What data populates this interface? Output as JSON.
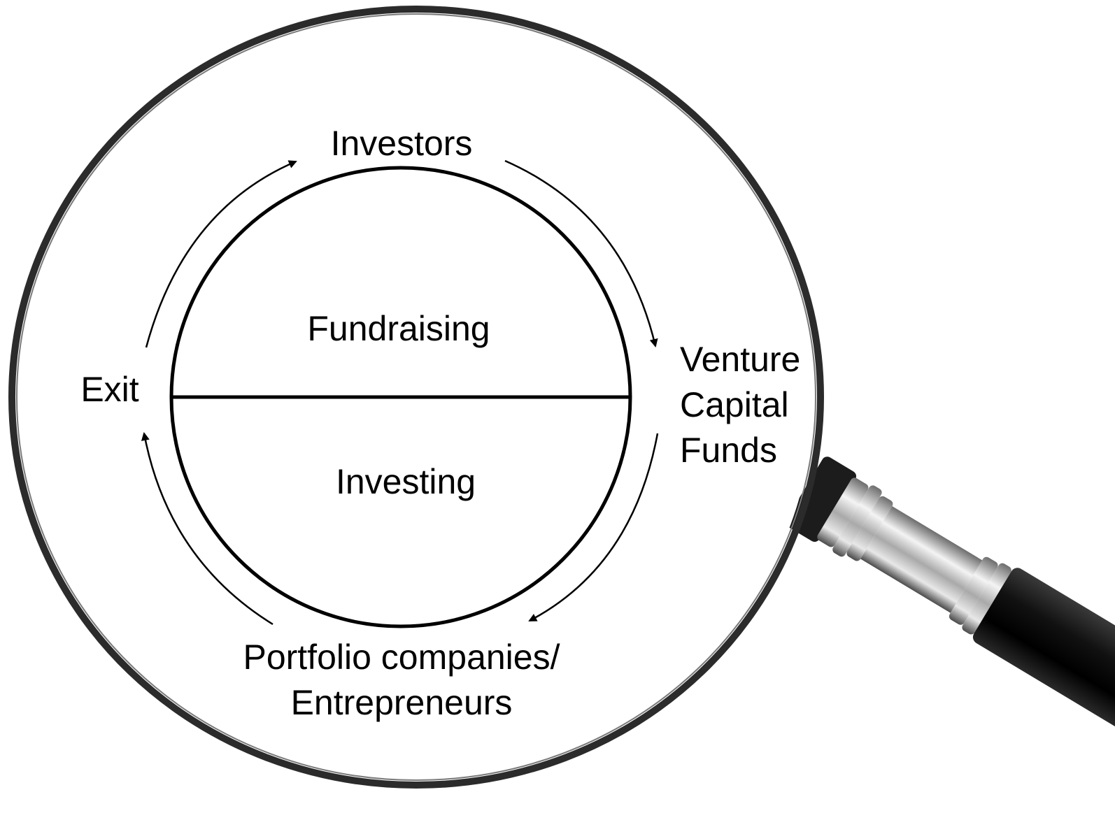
{
  "diagram": {
    "center": {
      "top_label": "Fundraising",
      "bottom_label": "Investing"
    },
    "nodes": {
      "investors": "Investors",
      "vc_funds": [
        "Venture",
        "Capital",
        "Funds"
      ],
      "portfolio": [
        "Portfolio companies/",
        "Entrepreneurs"
      ],
      "exit": "Exit"
    },
    "cycle": [
      {
        "from": "Investors",
        "to": "Venture Capital Funds"
      },
      {
        "from": "Venture Capital Funds",
        "to": "Portfolio companies/ Entrepreneurs"
      },
      {
        "from": "Portfolio companies/ Entrepreneurs",
        "to": "Exit"
      },
      {
        "from": "Exit",
        "to": "Investors"
      }
    ]
  },
  "colors": {
    "ink": "#000000",
    "background": "#ffffff",
    "handle": "#1a1a1a",
    "chrome": "#c9c9c9"
  },
  "icons": [
    "magnifying-glass-icon"
  ]
}
